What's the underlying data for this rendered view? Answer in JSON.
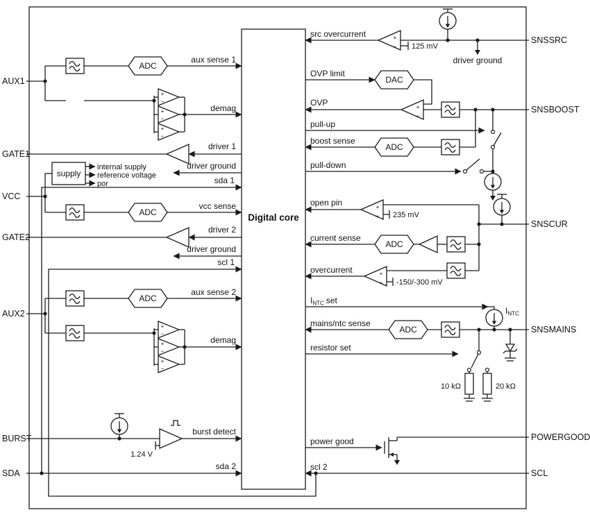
{
  "core": {
    "label": "Digital core"
  },
  "pins": {
    "left": {
      "aux1": "AUX1",
      "gate1": "GATE1",
      "vcc": "VCC",
      "gate2": "GATE2",
      "aux2": "AUX2",
      "burst": "BURST",
      "sda": "SDA"
    },
    "right": {
      "snssrc": "SNSSRC",
      "snsboost": "SNSBOOST",
      "snscur": "SNSCUR",
      "snsmains": "SNSMAINS",
      "powergood": "POWERGOOD",
      "scl": "SCL"
    }
  },
  "blocks": {
    "adc": "ADC",
    "dac": "DAC",
    "supply": "supply"
  },
  "signals": {
    "aux_sense_1": "aux sense 1",
    "demag_1": "demag",
    "driver_1": "driver 1",
    "driver_ground_1": "driver ground",
    "sda_1": "sda 1",
    "vcc_sense": "vcc sense",
    "driver_2": "driver 2",
    "driver_ground_2": "driver ground",
    "scl_1": "scl 1",
    "aux_sense_2": "aux sense 2",
    "demag_2": "demag",
    "burst_detect": "burst detect",
    "sda_2": "sda 2",
    "src_overcurrent": "src overcurrent",
    "ovp_limit": "OVP limit",
    "ovp": "OVP",
    "pull_up": "pull-up",
    "boost_sense": "boost sense",
    "pull_down": "pull-down",
    "open_pin": "open pin",
    "current_sense": "current sense",
    "overcurrent": "overcurrent",
    "intc_set_i": "I",
    "intc_set_sub": "NTC",
    "intc_set_rest": "set",
    "mains_ntc_sense": "mains/ntc sense",
    "resistor_set": "resistor set",
    "power_good": "power good",
    "scl_2": "scl 2"
  },
  "values": {
    "ref_125": "125 mV",
    "ref_235": "235 mV",
    "ref_ovc": "-150/-300 mV",
    "ref_124": "1.24 V",
    "r1": "10 kΩ",
    "r2": "20 kΩ",
    "intc_i": "I",
    "intc_sub": "NTC"
  },
  "annotations": {
    "driver_ground_top": "driver ground",
    "internal_supply": "internal supply",
    "reference_voltage": "reference voltage",
    "por": "por",
    "plus": "+",
    "minus": "−"
  }
}
